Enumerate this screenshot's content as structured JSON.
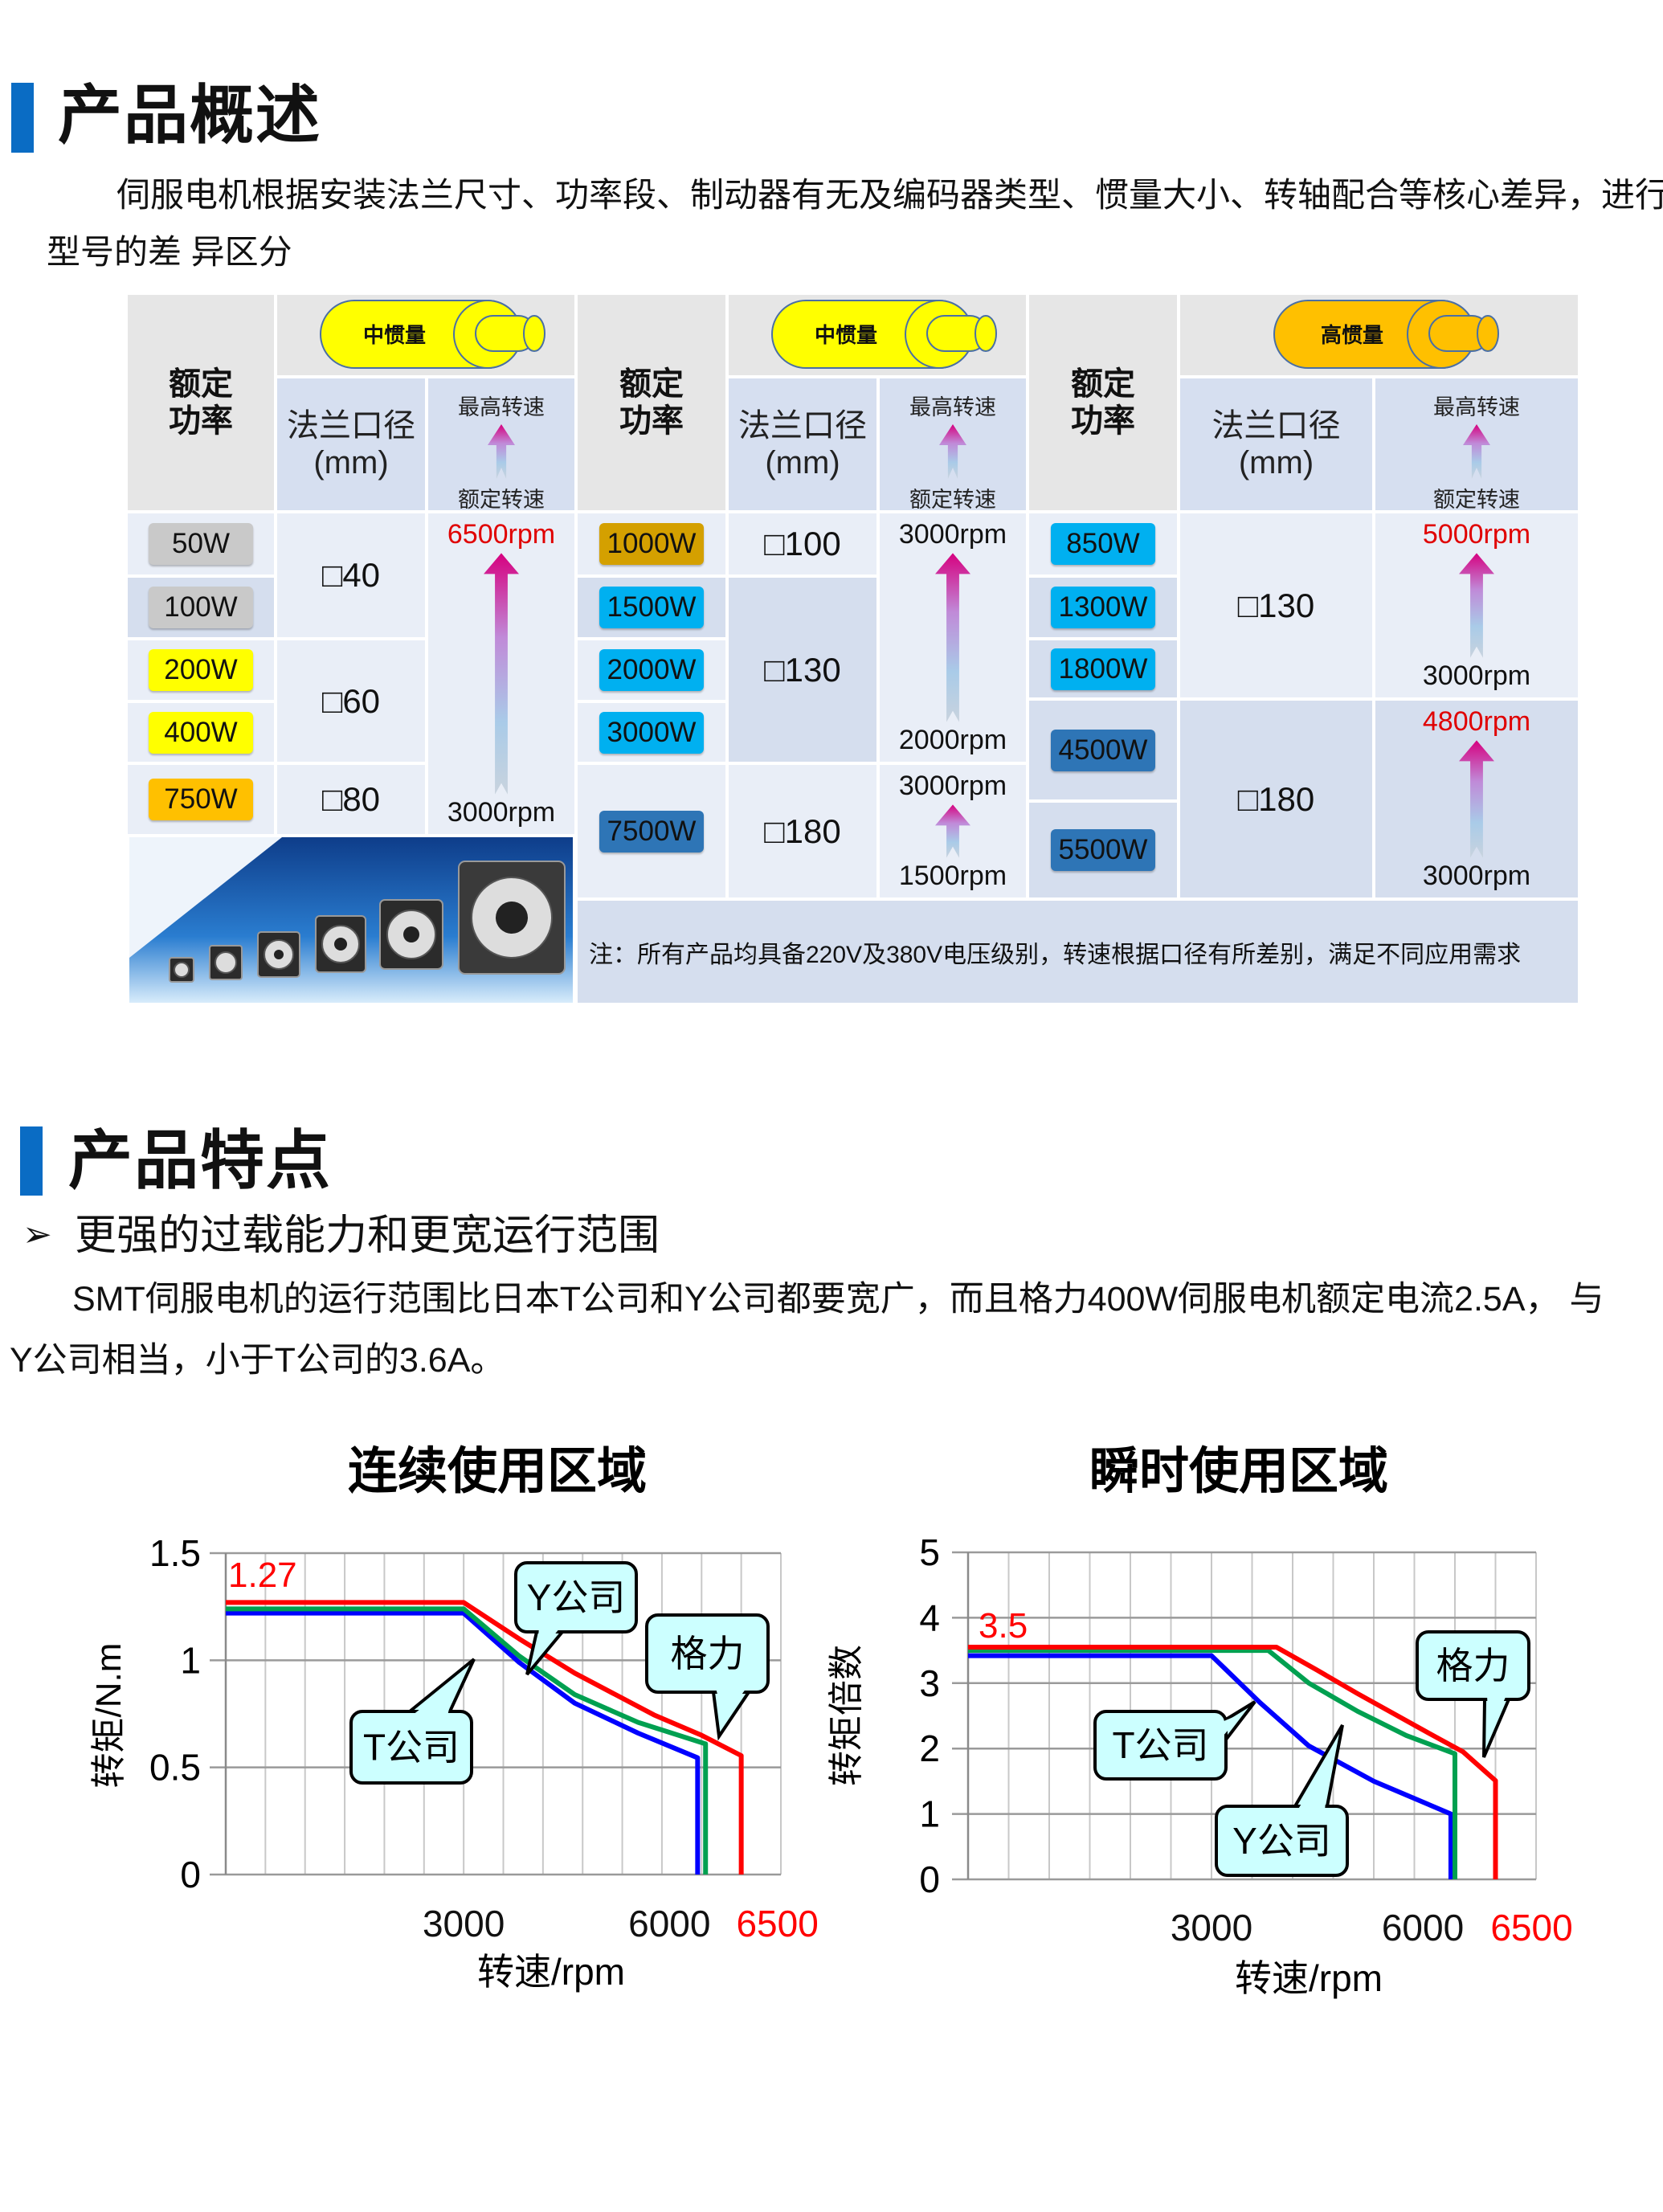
{
  "section1": {
    "title": "产品概述",
    "paragraph_lines": [
      "伺服电机根据安装法兰尺寸、功率段、制动器有无及编码器类型、惯量大小、转轴配合等核心差异，进行了",
      "型号的差 异区分"
    ]
  },
  "table": {
    "header_power": [
      "额定",
      "功率"
    ],
    "header_flange": [
      "法兰口径",
      "(mm)"
    ],
    "header_speed": {
      "max": "最高转速",
      "rated": "额定转速"
    },
    "groups": [
      {
        "inertia": "中惯量",
        "inertia_color": "#ffff00",
        "powers": [
          {
            "label": "50W",
            "color": "#c9c9c9"
          },
          {
            "label": "100W",
            "color": "#c9c9c9"
          },
          {
            "label": "200W",
            "color": "#ffff00"
          },
          {
            "label": "400W",
            "color": "#ffff00"
          },
          {
            "label": "750W",
            "color": "#ffc000"
          }
        ],
        "flanges": [
          "□40",
          "□60",
          "□80"
        ],
        "speeds": [
          {
            "max": "6500rpm",
            "rated": "3000rpm",
            "max_color": "#e00000"
          }
        ]
      },
      {
        "inertia": "中惯量",
        "inertia_color": "#ffff00",
        "powers": [
          {
            "label": "1000W",
            "color": "#d4a000"
          },
          {
            "label": "1500W",
            "color": "#00b0f0"
          },
          {
            "label": "2000W",
            "color": "#00b0f0"
          },
          {
            "label": "3000W",
            "color": "#00b0f0"
          },
          {
            "label": "7500W",
            "color": "#2e75b6"
          }
        ],
        "flanges": [
          "□100",
          "□130",
          "□180"
        ],
        "speeds": [
          {
            "max": "3000rpm",
            "rated": "2000rpm",
            "max_color": "#111111"
          },
          {
            "max": "3000rpm",
            "rated": "1500rpm",
            "max_color": "#111111"
          }
        ]
      },
      {
        "inertia": "高惯量",
        "inertia_color": "#ffc000",
        "powers": [
          {
            "label": "850W",
            "color": "#00b0f0"
          },
          {
            "label": "1300W",
            "color": "#00b0f0"
          },
          {
            "label": "1800W",
            "color": "#00b0f0"
          },
          {
            "label": "4500W",
            "color": "#2e75b6"
          },
          {
            "label": "5500W",
            "color": "#2e75b6"
          }
        ],
        "flanges": [
          "□130",
          "□180"
        ],
        "speeds": [
          {
            "max": "5000rpm",
            "rated": "3000rpm",
            "max_color": "#e00000"
          },
          {
            "max": "4800rpm",
            "rated": "3000rpm",
            "max_color": "#e00000"
          }
        ]
      }
    ],
    "note": "注：所有产品均具备220V及380V电压级别，转速根据口径有所差别，满足不同应用需求"
  },
  "section2": {
    "title": "产品特点",
    "bullet_icon": "arrow-bullet-icon",
    "bullet": "更强的过载能力和更宽运行范围",
    "paragraph_lines": [
      "SMT伺服电机的运行范围比日本T公司和Y公司都要宽广，而且格力400W伺服电机额定电流2.5A，  与",
      "Y公司相当，小于T公司的3.6A。"
    ]
  },
  "chart_data": [
    {
      "type": "line",
      "title": "连续使用区域",
      "xlabel": "转速/rpm",
      "ylabel": "转矩/N.m",
      "xlim": [
        0,
        7000
      ],
      "ylim": [
        0,
        1.5
      ],
      "x_grid_step": 500,
      "grid": true,
      "yticks": [
        {
          "value": 0,
          "label": "0"
        },
        {
          "value": 0.5,
          "label": "0.5"
        },
        {
          "value": 1,
          "label": "1"
        },
        {
          "value": 1.5,
          "label": "1.5"
        }
      ],
      "xticks": [
        {
          "value": 3000,
          "label": "3000",
          "color": "#111111"
        },
        {
          "value": 6000,
          "label": "6000",
          "color": "#111111"
        },
        {
          "value": 6500,
          "label": "6500",
          "color": "#ff0000"
        }
      ],
      "peak_label": "1.27",
      "series": [
        {
          "name": "格力",
          "color": "#ff0000",
          "points": [
            [
              0,
              1.27
            ],
            [
              3000,
              1.27
            ],
            [
              3700,
              1.1
            ],
            [
              4400,
              0.94
            ],
            [
              5400,
              0.745
            ],
            [
              6000,
              0.65
            ],
            [
              6500,
              0.555
            ],
            [
              6500,
              0
            ]
          ]
        },
        {
          "name": "Y公司",
          "color": "#00a050",
          "points": [
            [
              0,
              1.24
            ],
            [
              3000,
              1.24
            ],
            [
              3700,
              1.02
            ],
            [
              4400,
              0.84
            ],
            [
              5200,
              0.71
            ],
            [
              6050,
              0.61
            ],
            [
              6050,
              0
            ]
          ]
        },
        {
          "name": "T公司",
          "color": "#0000ff",
          "points": [
            [
              0,
              1.22
            ],
            [
              3000,
              1.22
            ],
            [
              3700,
              0.99
            ],
            [
              4400,
              0.8
            ],
            [
              5200,
              0.66
            ],
            [
              5950,
              0.545
            ],
            [
              5950,
              0
            ]
          ]
        }
      ],
      "annotations": [
        {
          "text": "Y公司"
        },
        {
          "text": "格力"
        },
        {
          "text": "T公司"
        }
      ]
    },
    {
      "type": "line",
      "title": "瞬时使用区域",
      "xlabel": "转速/rpm",
      "ylabel": "转矩倍数",
      "xlim": [
        0,
        7000
      ],
      "ylim": [
        0,
        5
      ],
      "x_grid_step": 500,
      "grid": true,
      "yticks": [
        {
          "value": 0,
          "label": "0"
        },
        {
          "value": 1,
          "label": "1"
        },
        {
          "value": 2,
          "label": "2"
        },
        {
          "value": 3,
          "label": "3"
        },
        {
          "value": 4,
          "label": "4"
        },
        {
          "value": 5,
          "label": "5"
        }
      ],
      "xticks": [
        {
          "value": 3000,
          "label": "3000",
          "color": "#111111"
        },
        {
          "value": 6000,
          "label": "6000",
          "color": "#111111"
        },
        {
          "value": 6500,
          "label": "6500",
          "color": "#ff0000"
        }
      ],
      "peak_label": "3.5",
      "series": [
        {
          "name": "格力",
          "color": "#ff0000",
          "points": [
            [
              0,
              3.55
            ],
            [
              3800,
              3.55
            ],
            [
              4300,
              3.2
            ],
            [
              4800,
              2.84
            ],
            [
              5700,
              2.22
            ],
            [
              6100,
              1.95
            ],
            [
              6500,
              1.51
            ],
            [
              6500,
              0
            ]
          ]
        },
        {
          "name": "Y公司",
          "color": "#00a050",
          "points": [
            [
              0,
              3.5
            ],
            [
              3700,
              3.5
            ],
            [
              4200,
              3.0
            ],
            [
              4800,
              2.57
            ],
            [
              5400,
              2.2
            ],
            [
              6000,
              1.92
            ],
            [
              6000,
              0
            ]
          ]
        },
        {
          "name": "T公司",
          "color": "#0000ff",
          "points": [
            [
              0,
              3.42
            ],
            [
              3000,
              3.42
            ],
            [
              3600,
              2.7
            ],
            [
              4200,
              2.04
            ],
            [
              5000,
              1.5
            ],
            [
              5950,
              1.0
            ],
            [
              5950,
              0
            ]
          ]
        }
      ],
      "annotations": [
        {
          "text": "格力"
        },
        {
          "text": "T公司"
        },
        {
          "text": "Y公司"
        }
      ]
    }
  ]
}
